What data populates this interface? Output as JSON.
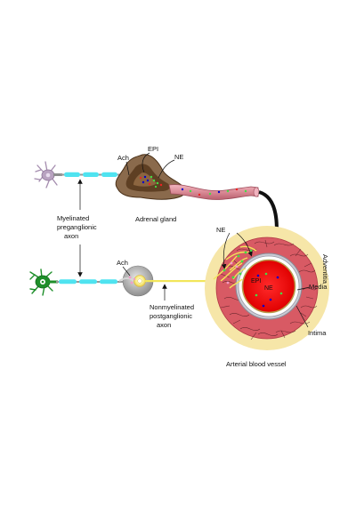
{
  "labels": {
    "ach_top": "Ach",
    "epi_top": "EPI",
    "ne_top": "NE",
    "adrenal_gland": "Adrenal gland",
    "myelinated": [
      "Myelinated",
      "preganglionic",
      "axon"
    ],
    "ach_bottom": "Ach",
    "nonmyelinated": [
      "Nonmyelinated",
      "postganglionic",
      "axon"
    ],
    "ne_vessel": "NE",
    "epi_vessel": "EPI",
    "ne_lumen": "NE",
    "adventitia": "Adventitia",
    "media": "Media",
    "intima": "Intima",
    "arterial_vessel": "Arterial blood vessel"
  },
  "colors": {
    "axon_myelin": "#4fe3f0",
    "gland_brown": "#8a6a4c",
    "gland_dark": "#5a3d22",
    "vein_pink": "#d98a96",
    "adventitia": "#f6e6a8",
    "media": "#d85a64",
    "lumen": "#ff1a1a",
    "neuron_purple": "#b8a2c0",
    "neuron_green": "#1e8f2a",
    "ganglion_gray": "#a8a8a8",
    "nerve_yellow": "#f2e65a"
  }
}
